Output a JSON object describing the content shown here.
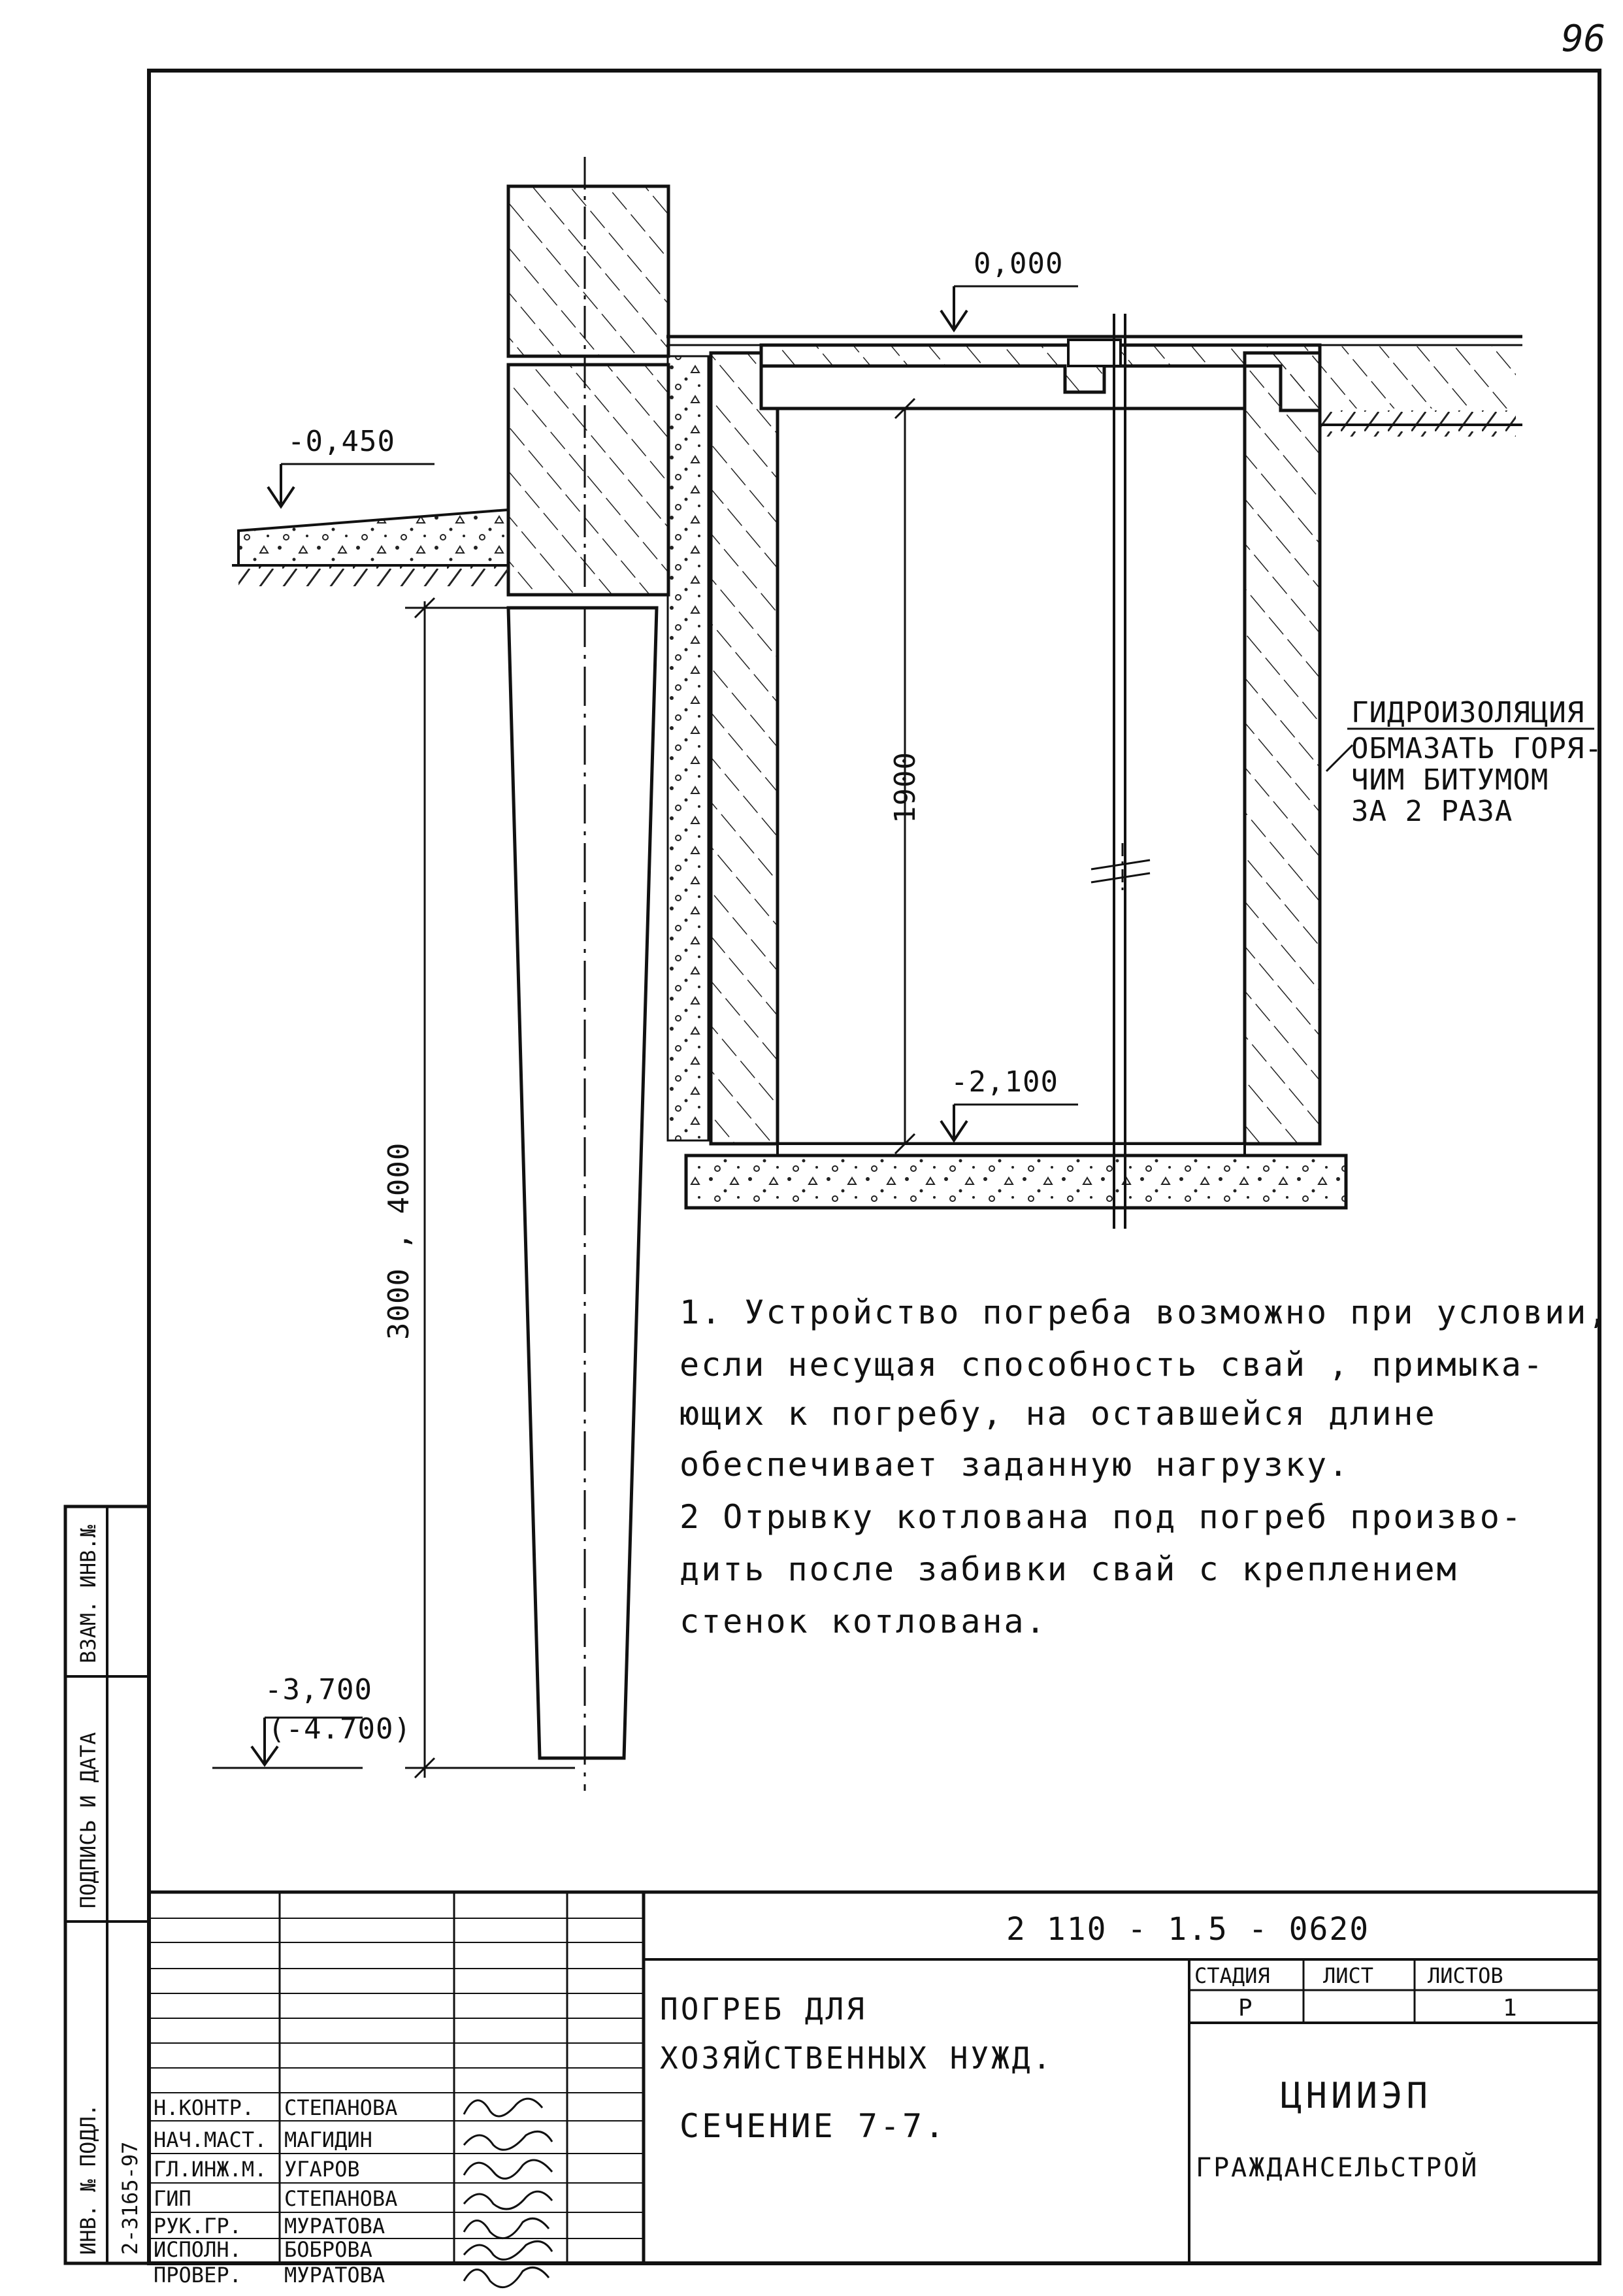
{
  "page_number": "96",
  "drawing": {
    "elevations": {
      "floor": "0,000",
      "ground": "-0,450",
      "cellar_floor": "-2,100",
      "pile_tip": "-3,700",
      "pile_tip_alt": "(-4.700)"
    },
    "dimensions": {
      "cellar_height": "1900",
      "pile_length": "3000 , 4000"
    },
    "waterproofing_note": {
      "title": "ГИДРОИЗОЛЯЦИЯ",
      "lines": [
        "ОБМАЗАТЬ ГОРЯ-",
        "ЧИМ БИТУМОМ",
        "ЗА 2 РАЗА"
      ]
    },
    "instructions": [
      "1. Устройство погреба возможно при условии,",
      "если несущая способность свай , примыка-",
      "ющих к погребу, на оставшейся длине",
      "обеспечивает заданную нагрузку.",
      "2 Отрывку котлована под погреб произво-",
      "дить после забивки свай с креплением",
      "стенок котлована."
    ]
  },
  "title_block": {
    "document_code": "2 110 - 1.5 - 0620",
    "title_lines": [
      "ПОГРЕБ ДЛЯ",
      "ХОЗЯЙСТВЕННЫХ НУЖД."
    ],
    "section": "СЕЧЕНИЕ 7-7.",
    "headers": {
      "stage": "СТАДИЯ",
      "sheet": "ЛИСТ",
      "sheets": "ЛИСТОВ"
    },
    "stage_value": "Р",
    "sheet_value": "",
    "sheets_value": "1",
    "organization": "ЦНИИЭП",
    "organization_sub": "ГРАЖДАНСЕЛЬСТРОЙ",
    "signatories": [
      {
        "role": "Н.КОНТР.",
        "name": "СТЕПАНОВА"
      },
      {
        "role": "НАЧ.МАСТ.",
        "name": "МАГИДИН"
      },
      {
        "role": "ГЛ.ИНЖ.М.",
        "name": "УГАРОВ"
      },
      {
        "role": "ГИП",
        "name": "СТЕПАНОВА"
      },
      {
        "role": "РУК.ГР.",
        "name": "МУРАТОВА"
      },
      {
        "role": "ИСПОЛН.",
        "name": "БОБРОВА"
      },
      {
        "role": "ПРОВЕР.",
        "name": "МУРАТОВА"
      }
    ]
  },
  "side_stamp": {
    "labels": [
      "ВЗАМ. ИНВ.№",
      "ПОДПИСЬ И ДАТА",
      "ИНВ. № ПОДЛ."
    ],
    "inventory_number": "2-3165-97"
  }
}
